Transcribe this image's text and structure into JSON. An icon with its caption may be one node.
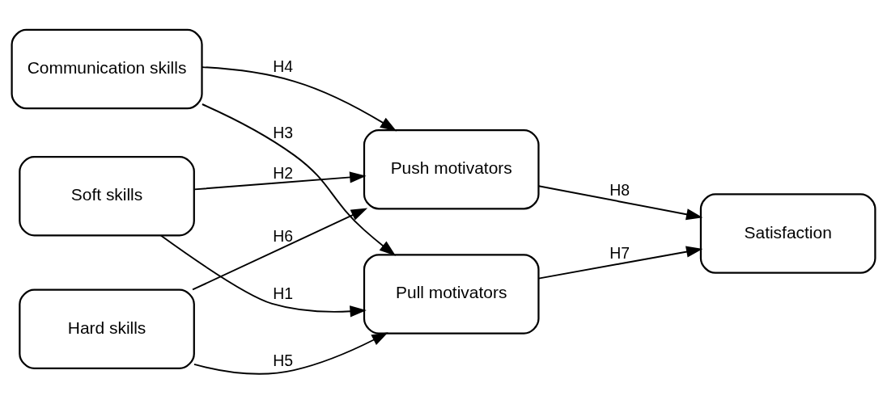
{
  "diagram": {
    "nodes": [
      {
        "text": [
          "Soft skills"
        ]
      },
      {
        "text": [
          "Communication skills"
        ]
      },
      {
        "text": [
          "Hard skills"
        ]
      },
      {
        "text": [
          "Pull motivators"
        ]
      },
      {
        "text": [
          "Push motivators"
        ]
      },
      {
        "text": [
          "Satisfaction"
        ]
      }
    ],
    "edges": [
      {
        "from": 0,
        "to": 3,
        "arrow": "to",
        "label": "H1"
      },
      {
        "from": 0,
        "to": 4,
        "arrow": "to",
        "label": "H2"
      },
      {
        "from": 1,
        "to": 3,
        "arrow": "to",
        "label": "H3"
      },
      {
        "from": 1,
        "to": 4,
        "arrow": "to",
        "label": "H4"
      },
      {
        "from": 2,
        "to": 3,
        "arrow": "to",
        "label": "H5"
      },
      {
        "from": 2,
        "to": 4,
        "arrow": "to",
        "label": "H6"
      },
      {
        "from": 3,
        "to": 5,
        "arrow": "to",
        "label": "H7"
      },
      {
        "from": 4,
        "to": 5,
        "arrow": "to",
        "label": "H8"
      }
    ]
  }
}
